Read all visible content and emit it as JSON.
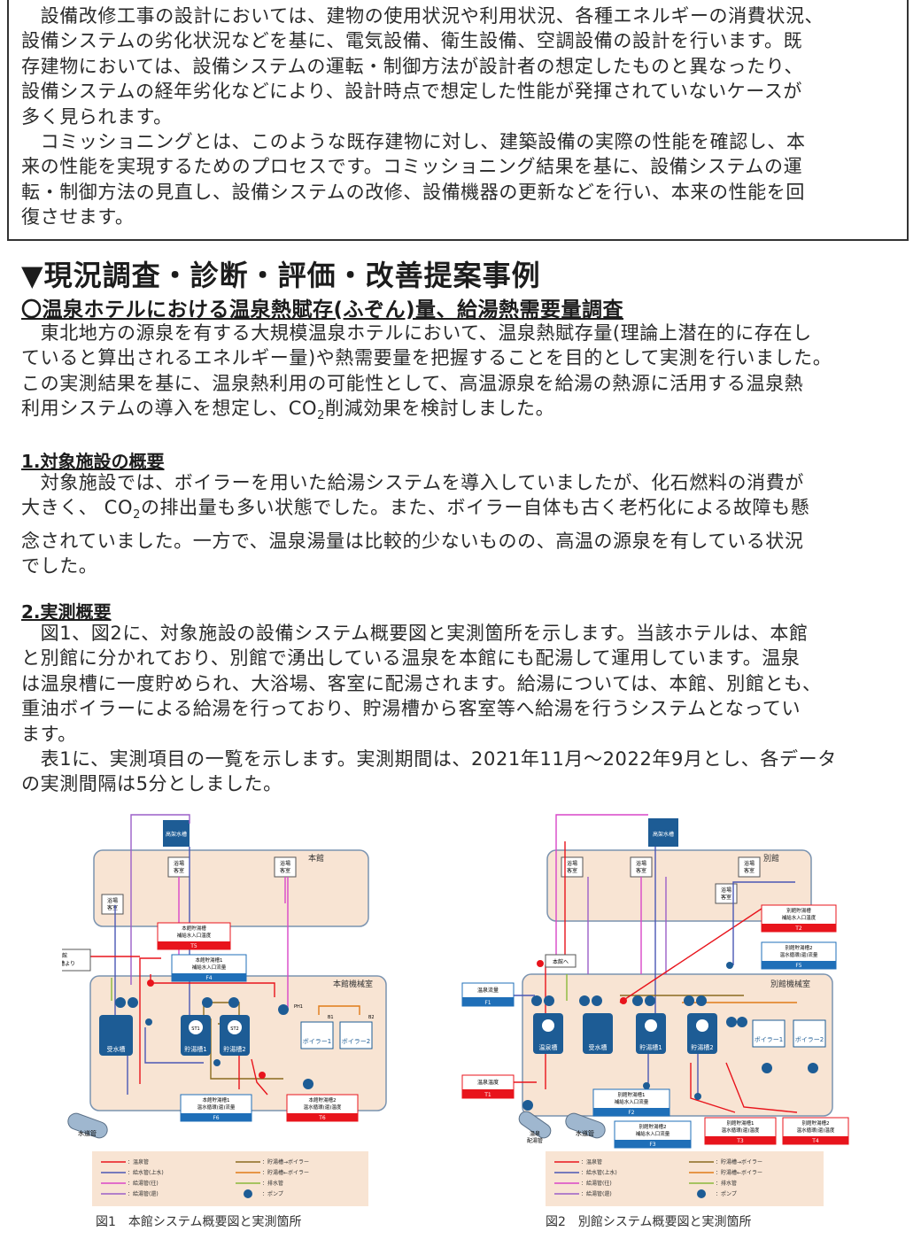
{
  "intro": {
    "lines": [
      "　設備改修工事の設計においては、建物の使用状況や利用状況、各種エネルギーの消費状況、",
      "設備システムの劣化状況などを基に、電気設備、衛生設備、空調設備の設計を行います。既",
      "存建物においては、設備システムの運転・制御方法が設計者の想定したものと異なったり、",
      "設備システムの経年劣化などにより、設計時点で想定した性能が発揮されていないケースが",
      "多く見られます。",
      "　コミッショニングとは、このような既存建物に対し、建築設備の実際の性能を確認し、本",
      "来の性能を実現するためのプロセスです。コミッショニング結果を基に、設備システムの運",
      "転・制御方法の見直し、設備システムの改修、設備機器の更新などを行い、本来の性能を回",
      "復させます。"
    ]
  },
  "section_title": "▼現況調査・診断・評価・改善提案事例",
  "case_title": "〇温泉ホテルにおける温泉熱賦存(ふぞん)量、給湯熱需要量調査",
  "case_intro": {
    "line1": "　東北地方の源泉を有する大規模温泉ホテルにおいて、温泉熱賦存量(理論上潜在的に存在し",
    "line2": "ていると算出されるエネルギー量)や熱需要量を把握することを目的として実測を行いました。",
    "line3": "この実測結果を基に、温泉熱利用の可能性として、高温源泉を給湯の熱源に活用する温泉熱",
    "line4_a": "利用システムの導入を想定し、CO",
    "line4_sub": "2",
    "line4_b": "削減効果を検討しました。"
  },
  "section1": {
    "heading": "1.対象施設の概要",
    "line1": "　対象施設では、ボイラーを用いた給湯システムを導入していましたが、化石燃料の消費が",
    "line2_a": "大きく、 CO",
    "line2_sub": "2",
    "line2_b": "の排出量も多い状態でした。また、ボイラー自体も古く老朽化による故障も懸",
    "line3": "念されていました。一方で、温泉湯量は比較的少ないものの、高温の源泉を有している状況",
    "line4": "でした。"
  },
  "section2": {
    "heading": "2.実測概要",
    "lines": [
      "　図1、図2に、対象施設の設備システム概要図と実測箇所を示します。当該ホテルは、本館",
      "と別館に分かれており、別館で湧出している温泉を本館にも配湯して運用しています。温泉",
      "は温泉槽に一度貯められ、大浴場、客室に配湯されます。給湯については、本館、別館とも、",
      "重油ボイラーによる給湯を行っており、貯湯槽から客室等へ給湯を行うシステムとなってい",
      "ます。",
      "　表1に、実測項目の一覧を示します。実測期間は、2021年11月～2022年9月とし、各データ",
      "の実測間隔は5分としました。"
    ]
  },
  "fig1": {
    "caption": "図1　本館システム概要図と実測箇所",
    "building": "本館",
    "machine_room": "本館機械室",
    "high_tank": "高架水槽",
    "room_a": "浴場\n客室",
    "room_b": "浴場\n客室",
    "room_c": "浴場\n客室",
    "annex_source": "別館\n温泉槽より",
    "water_pipe": "水道管",
    "receiving_tank": "受水槽",
    "tank1": "貯湯槽1",
    "tank2": "貯湯槽2",
    "boiler1": "ボイラー1",
    "boiler2": "ボイラー2",
    "st1": "ST1",
    "st2": "ST2",
    "b1": "B1",
    "b2": "B2",
    "ph1": "PH1",
    "t5_label": "本館貯湯槽\n補給水入口温度",
    "t5_code": "T5",
    "f4_label": "本館貯湯槽1\n補給水入口流量",
    "f4_code": "F4",
    "f6_label": "本館貯湯槽1\n温水循環(還)流量",
    "f6_code": "F6",
    "t6_label": "本館貯湯槽2\n温水循環(還)温度",
    "t6_code": "T6"
  },
  "fig2": {
    "caption": "図2　別館システム概要図と実測箇所",
    "building": "別館",
    "machine_room": "別館機械室",
    "high_tank": "高架水槽",
    "to_main": "本館へ",
    "hot_spring_pipe": "温泉\n配湯管",
    "water_pipe": "水道管",
    "receiving_tank": "受水槽",
    "onsen_tank": "温泉槽",
    "tank1": "貯湯槽1",
    "tank2": "貯湯槽2",
    "boiler1": "ボイラー1",
    "boiler2": "ボイラー2",
    "f1_label": "温泉流量",
    "f1_code": "F1",
    "t1_label": "温泉温度",
    "t1_code": "T1",
    "t2_label": "別館貯湯槽\n補給水入口温度",
    "t2_code": "T2",
    "f5_label": "別館貯湯槽2\n温水循環(還)流量",
    "f5_code": "F5",
    "f2_label": "別館貯湯槽1\n補給水入口流量",
    "f2_code": "F2",
    "f3_label": "別館貯湯槽2\n補給水入口流量",
    "f3_code": "F3",
    "t3_label": "別館貯湯槽1\n温水循環(還)温度",
    "t3_code": "T3",
    "t4_label": "別館貯湯槽2\n温水循環(還)温度",
    "t4_code": "T4"
  },
  "legend": {
    "onsen": "：温泉管",
    "supply": "：給水管(上水)",
    "hot_out": "：給湯管(往)",
    "hot_ret": "：給湯管(還)",
    "tank_to_boiler": "：貯湯槽→ボイラー",
    "boiler_to_tank": "：貯湯槽←ボイラー",
    "drain": "：排水管",
    "pump": "：ポンプ"
  },
  "colors": {
    "onsen": "#e8141c",
    "supply": "#4a57b5",
    "hot_out": "#d946c8",
    "hot_ret": "#9b5fc8",
    "tank_boiler": "#8a6b1f",
    "boiler_tank": "#e07b18",
    "drain": "#8ab83a",
    "blue_label": "#1f6fb8",
    "red_label": "#e8141c",
    "room_bg": "#f8e4d3"
  }
}
